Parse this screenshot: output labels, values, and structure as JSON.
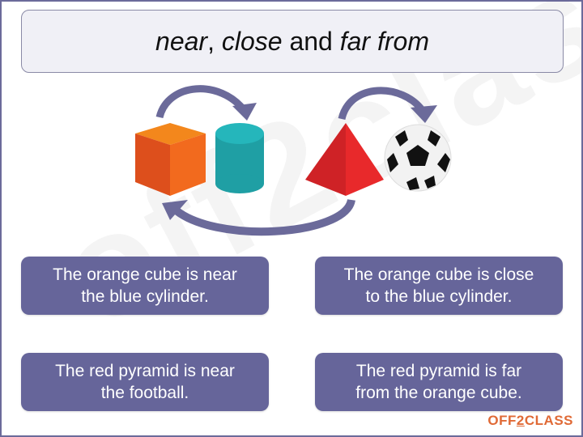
{
  "title": {
    "part1": "near",
    "sep1": ", ",
    "part2": "close",
    "sep2": " and ",
    "part3": "far from"
  },
  "illustration": {
    "objects": [
      "orange-cube",
      "blue-cylinder",
      "red-pyramid",
      "football"
    ],
    "colors": {
      "cube_left": "#dd4f1c",
      "cube_right": "#f26a1e",
      "cube_top": "#f3871c",
      "cylinder_body": "#1f9fa4",
      "cylinder_top": "#25b6bb",
      "pyramid_left": "#cf2226",
      "pyramid_right": "#e8292b",
      "arrow": "#6b6a9a"
    }
  },
  "cards": [
    {
      "line1": "The orange cube is near",
      "line2": "the blue cylinder."
    },
    {
      "line1": "The orange cube is close",
      "line2": "to the blue cylinder."
    },
    {
      "line1": "The red pyramid is near",
      "line2": "the football."
    },
    {
      "line1": "The red pyramid is far",
      "line2": "from the orange cube."
    }
  ],
  "logo": {
    "pre": "OFF",
    "mid": "2",
    "post": "CLASS"
  },
  "colors": {
    "accent": "#66659a",
    "logo": "#e06a36"
  }
}
